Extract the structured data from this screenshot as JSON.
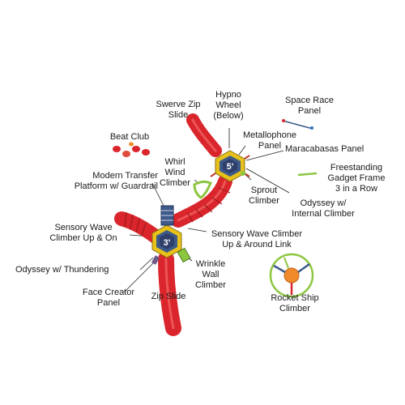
{
  "labels": {
    "hypno_wheel": [
      "Hypno",
      "Wheel",
      "(Below)"
    ],
    "swerve_zip_slide": [
      "Swerve Zip",
      "Slide"
    ],
    "space_race_panel": [
      "Space Race",
      "Panel"
    ],
    "metallophone_panel": [
      "Metallophone",
      "Panel"
    ],
    "beat_club": [
      "Beat Club"
    ],
    "maracabasas_panel": [
      "Maracabasas Panel"
    ],
    "whirl_wind_climber": [
      "Whirl",
      "Wind",
      "Climber"
    ],
    "freestanding_gadget_frame": [
      "Freestanding",
      "Gadget Frame",
      "3 in a Row"
    ],
    "modern_transfer_platform": [
      "Modern Transfer",
      "Platform w/ Guardrail"
    ],
    "sprout_climber": [
      "Sprout",
      "Climber"
    ],
    "odyssey_internal_climber": [
      "Odyssey w/",
      "Internal Climber"
    ],
    "sensory_wave_climber_up_on": [
      "Sensory Wave",
      "Climber Up & On"
    ],
    "sensory_wave_climber_up_around": [
      "Sensory Wave Climber",
      "Up & Around Link"
    ],
    "odyssey_thundering": [
      "Odyssey w/ Thundering"
    ],
    "wrinkle_wall_climber": [
      "Wrinkle",
      "Wall",
      "Climber"
    ],
    "face_creator_panel": [
      "Face Creator",
      "Panel"
    ],
    "zip_slide": [
      "Zip Slide"
    ],
    "rocket_ship_climber": [
      "Rocket Ship",
      "Climber"
    ]
  },
  "deck_numbers": {
    "upper_deck": "5'",
    "lower_deck": "3'"
  },
  "colors": {
    "slide_red": "#d9252b",
    "deck_yellow": "#e8c21a",
    "deck_blue": "#3d5a8a",
    "roof_navy": "#2f3f6b",
    "accent_green": "#8cc63f",
    "orange": "#f08a2a"
  }
}
